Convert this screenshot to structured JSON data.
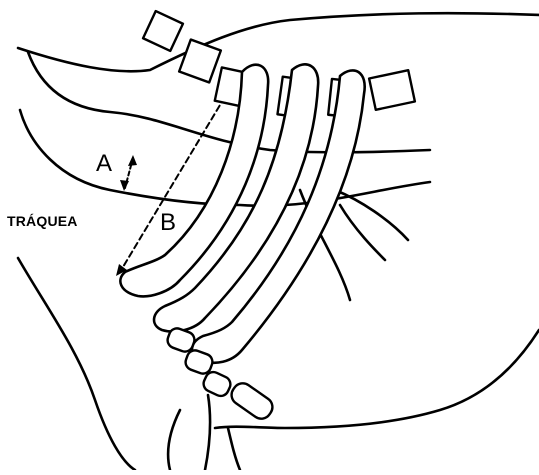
{
  "labels": {
    "trachea": "TRÁQUEA",
    "measure_a": "A",
    "measure_b": "B"
  },
  "colors": {
    "line": "#000000",
    "fill": "#ffffff"
  }
}
